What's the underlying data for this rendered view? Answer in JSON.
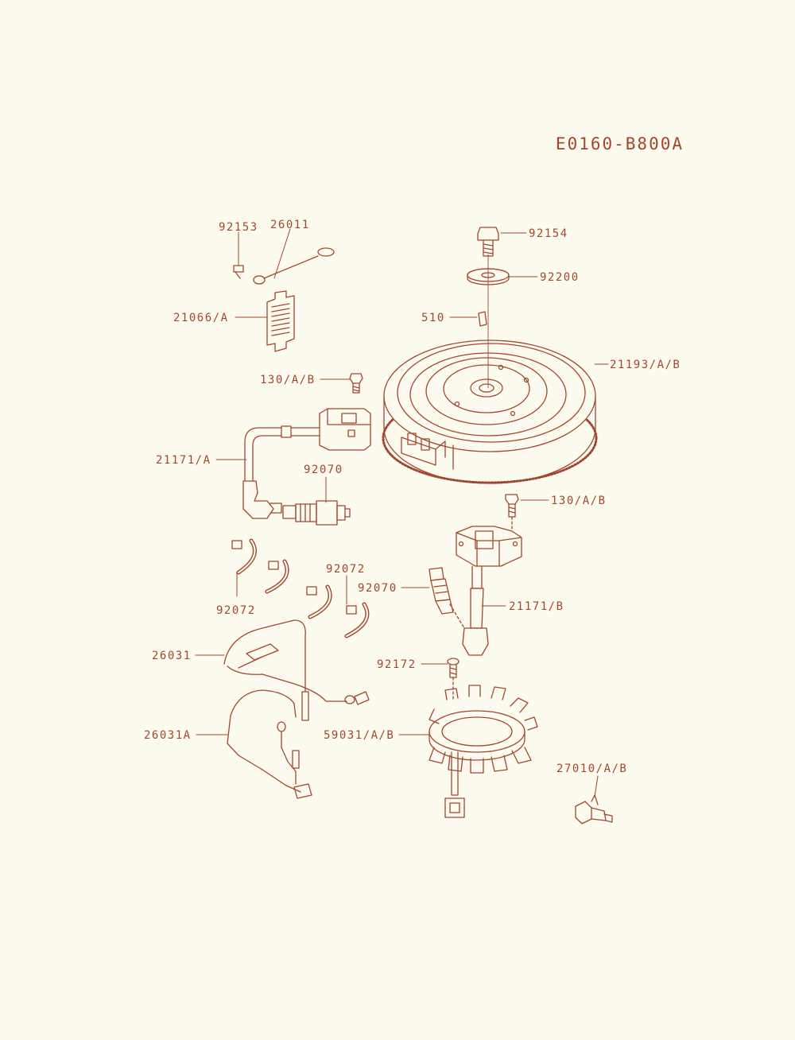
{
  "diagram_code": "E0160-B800A",
  "colors": {
    "ink": "#a0482e",
    "paper": "#fdfaf0",
    "fill": "#f4e7db"
  },
  "callouts": {
    "c92153": "92153",
    "c26011": "26011",
    "c21066": "21066/A",
    "c92154": "92154",
    "c92200": "92200",
    "c510": "510",
    "c21193": "21193/A/B",
    "c130a": "130/A/B",
    "c21171a": "21171/A",
    "c92070a": "92070",
    "c130b": "130/A/B",
    "c92072a": "92072",
    "c92072b": "92072",
    "c92070b": "92070",
    "c21171b": "21171/B",
    "c26031": "26031",
    "c92172": "92172",
    "c26031A": "26031A",
    "c59031": "59031/A/B",
    "c27010": "27010/A/B"
  }
}
